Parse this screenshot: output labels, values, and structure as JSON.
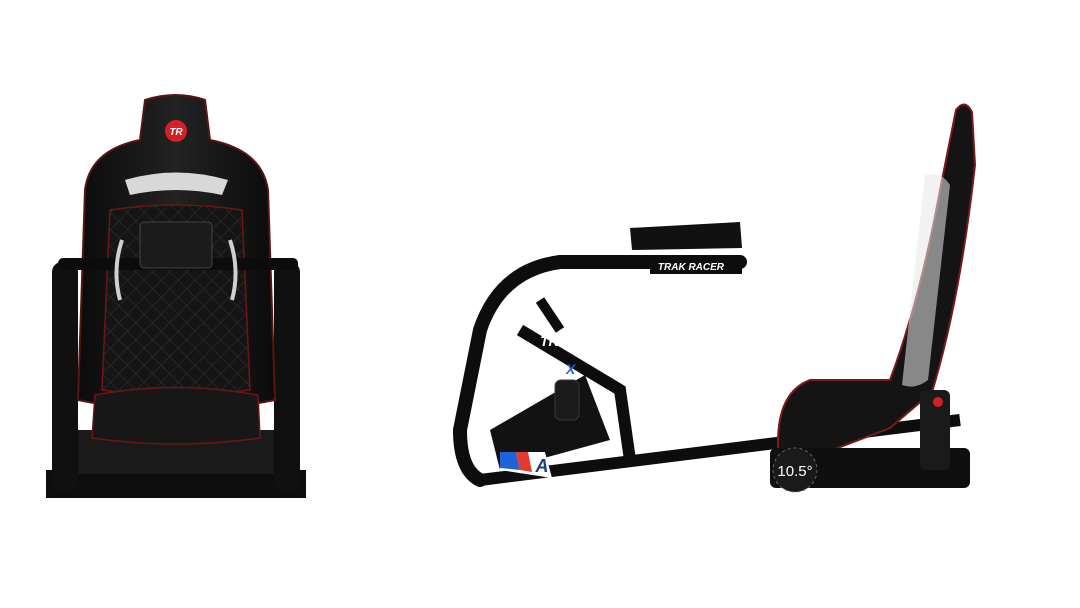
{
  "front_view": {
    "headrest_logo": "TR"
  },
  "side_view": {
    "arm_brand": "TRAK RACER",
    "frame_logo_tr": "TR",
    "frame_logo_x": "X",
    "badge_text": "A",
    "tilt_angle": "10.5°"
  },
  "colors": {
    "frame": "#0d0d0d",
    "seat": "#141414",
    "stitching": "#8a1a1a",
    "logo_red": "#d51f26",
    "accent_blue": "#1f63d6",
    "accent_red": "#e23a2f"
  }
}
